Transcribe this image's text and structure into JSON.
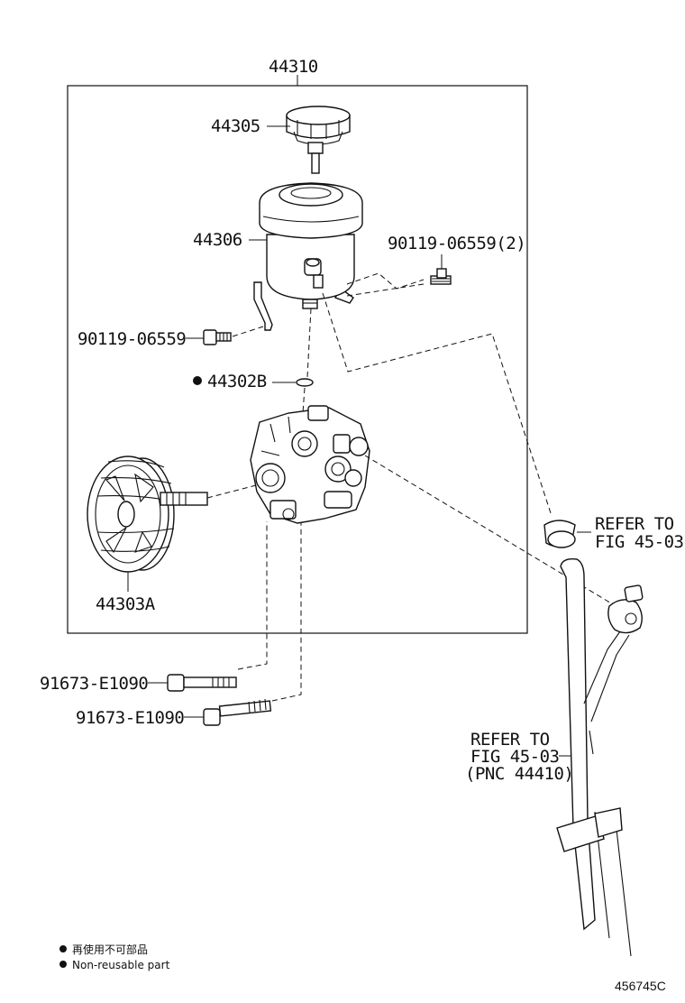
{
  "assembly": {
    "number": "44310"
  },
  "parts": {
    "cap": "44305",
    "reservoir": "44306",
    "bolt_right": "90119-06559(2)",
    "bolt_left": "90119-06559",
    "o_ring": "44302B",
    "pulley": "44303A",
    "bolt_upper": "91673-E1090",
    "bolt_lower": "91673-E1090"
  },
  "refs": {
    "clamp": {
      "line1": "REFER TO",
      "line2": "FIG 45-03"
    },
    "hose": {
      "line1": "REFER TO",
      "line2": "FIG 45-03",
      "line3": "(PNC 44410)"
    }
  },
  "legend": {
    "line_ja": "再使用不可部品",
    "line_en": "Non-reusable part"
  },
  "illustration_code": "456745C",
  "non_reusable_marker_color": "#111111"
}
